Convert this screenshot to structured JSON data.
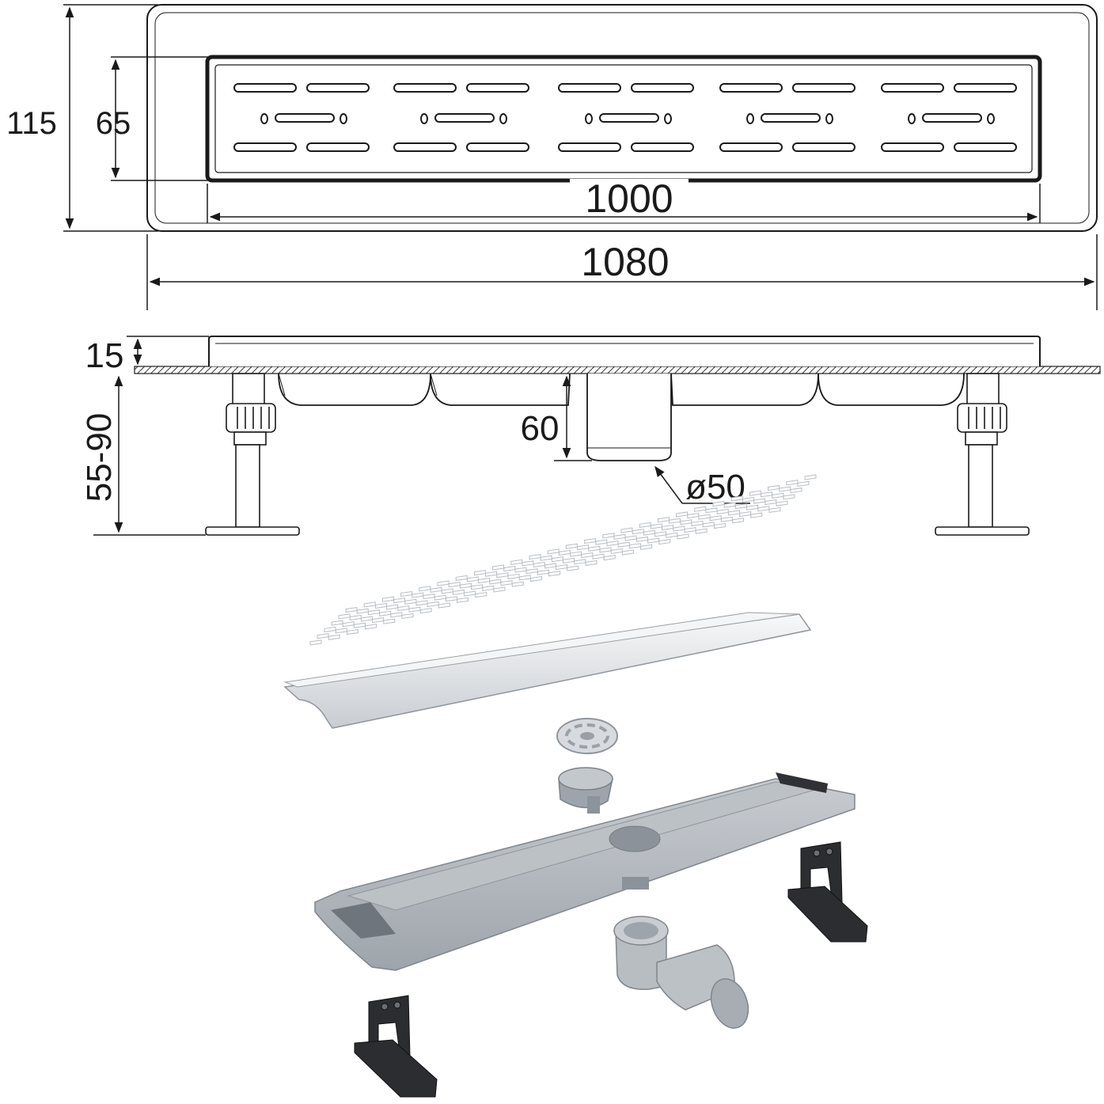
{
  "dimensions": {
    "overall_width": "115",
    "grate_width": "65",
    "grate_length": "1000",
    "overall_length": "1080",
    "flange_height": "15",
    "leg_height": "55-90",
    "body_depth": "60",
    "outlet_diameter": "ø50"
  },
  "colors": {
    "line": "#1a1a1a",
    "steel": "#e9ebee",
    "plastic": "#b4b9bf",
    "feet": "#2b2d31"
  }
}
